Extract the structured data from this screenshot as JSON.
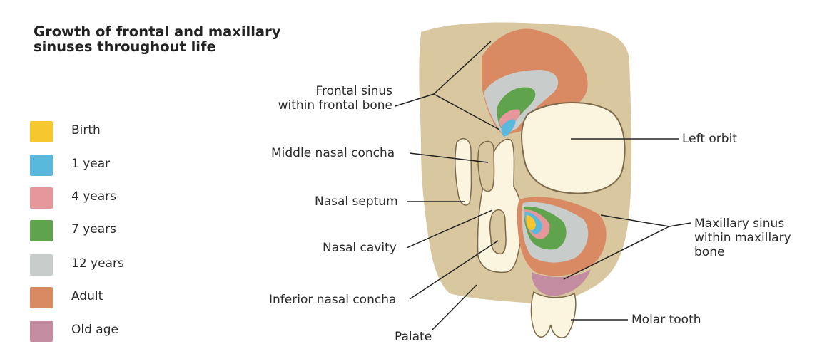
{
  "title": "Growth of frontal and maxillary sinuses throughout life",
  "legend": [
    {
      "label": "Birth",
      "color": "#f6c82e"
    },
    {
      "label": "1 year",
      "color": "#5ab8dc"
    },
    {
      "label": "4 years",
      "color": "#e6979c"
    },
    {
      "label": "7 years",
      "color": "#5fa44c"
    },
    {
      "label": "12 years",
      "color": "#c8ccca"
    },
    {
      "label": "Adult",
      "color": "#d98a62"
    },
    {
      "label": "Old age",
      "color": "#c48ca0"
    }
  ],
  "labels": {
    "frontal_sinus": "Frontal sinus\nwithin frontal bone",
    "middle_concha": "Middle nasal concha",
    "nasal_septum": "Nasal septum",
    "nasal_cavity": "Nasal cavity",
    "inferior_concha": "Inferior nasal concha",
    "palate": "Palate",
    "left_orbit": "Left orbit",
    "maxillary_sinus": "Maxillary sinus\nwithin maxillary\nbone",
    "molar_tooth": "Molar tooth"
  },
  "colors": {
    "bone": "#d9c7a0",
    "cavity": "#fbf4de",
    "outline": "#7d6a4a"
  }
}
